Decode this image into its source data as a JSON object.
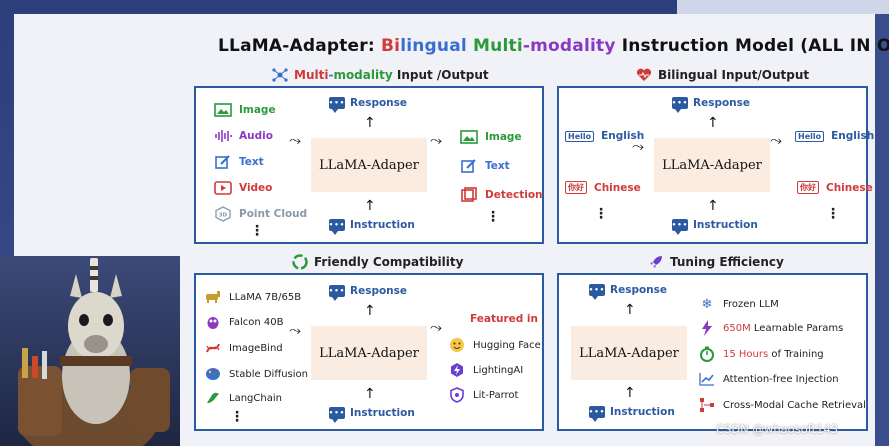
{
  "title": {
    "prefix": "LLaMA-Adapter: ",
    "bi": "Bi",
    "lingual": "lingual ",
    "multi": "Multi",
    "modality": "-modality ",
    "rest": "Instruction Model (ALL IN ONE)"
  },
  "sections": {
    "multimodality": {
      "title_multi": "Multi",
      "title_dash": "-",
      "title_modality": "modality",
      "title_rest": " Input /Output",
      "inputs": [
        "Image",
        "Audio",
        "Text",
        "Video",
        "Point Cloud"
      ],
      "outputs": [
        "Image",
        "Text",
        "Detection"
      ],
      "core": "LLaMA-Adaper",
      "response": "Response",
      "instruction": "Instruction"
    },
    "bilingual": {
      "title": "Bilingual Input/Output",
      "in_english": "English",
      "in_chinese": "Chinese",
      "out_english": "English",
      "out_chinese": "Chinese",
      "hello": "Hello",
      "nihao": "你好",
      "core": "LLaMA-Adaper",
      "response": "Response",
      "instruction": "Instruction"
    },
    "compatibility": {
      "title": "Friendly Compatibility",
      "inputs": [
        "LLaMA 7B/65B",
        "Falcon 40B",
        "ImageBind",
        "Stable Diffusion",
        "LangChain"
      ],
      "featured_title": "Featured in",
      "featured": [
        "Hugging Face",
        "LightingAI",
        "Lit-Parrot"
      ],
      "core": "LLaMA-Adaper",
      "response": "Response",
      "instruction": "Instruction"
    },
    "efficiency": {
      "title": "Tuning Efficiency",
      "items": [
        {
          "hl": "",
          "text": "Frozen LLM"
        },
        {
          "hl": "650M",
          "text": " Learnable Params"
        },
        {
          "hl": "15 Hours",
          "text": " of Training"
        },
        {
          "hl": "",
          "text": "Attention-free Injection"
        },
        {
          "hl": "",
          "text": "Cross-Modal Cache Retrieval"
        }
      ],
      "core": "LLaMA-Adaper",
      "response": "Response",
      "instruction": "Instruction"
    }
  },
  "colors": {
    "panel_border": "#2c5aa0",
    "core_bg": "#fbece1",
    "red": "#d03a3a",
    "blue": "#2c5aa0",
    "green": "#2a9a3a",
    "purple": "#8a3ac0"
  },
  "watermark": "CSDN @whaosoft143"
}
